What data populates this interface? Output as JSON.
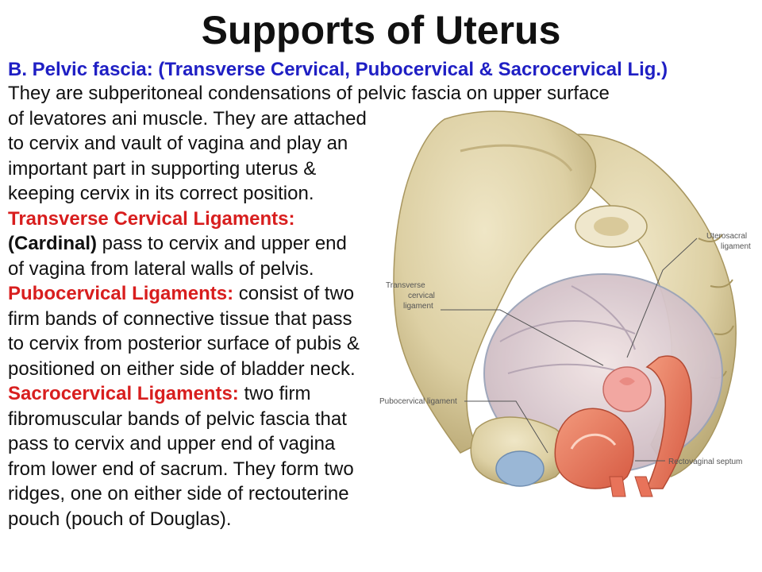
{
  "title": "Supports of Uterus",
  "heading": "B. Pelvic fascia: (Transverse Cervical, Pubocervical & Sacrocervical Lig.)",
  "intro_lines": [
    "They are subperitoneal condensations of pelvic fascia on upper surface",
    "of levatores ani muscle. They are attached",
    "to cervix and vault of vagina and play an",
    "important part in supporting uterus &",
    "keeping cervix in its correct position."
  ],
  "transverse": {
    "heading": "Transverse Cervical Ligaments:",
    "line1_bold": "(Cardinal)",
    "line1_rest": " pass to cervix and upper end",
    "line2": "of vagina from lateral walls of pelvis."
  },
  "pubocervical": {
    "heading": "Pubocervical Ligaments:",
    "line1_rest": " consist of two",
    "lines": [
      "firm bands of connective tissue that pass",
      "to cervix from posterior surface of pubis &",
      "positioned on either side of bladder neck."
    ]
  },
  "sacrocervical": {
    "heading": "Sacrocervical Ligaments:",
    "line1_rest": " two firm",
    "lines": [
      "fibromuscular bands of pelvic fascia that",
      "pass to cervix and upper end of vagina",
      "from lower end of sacrum. They form two",
      "ridges, one on either side of rectouterine",
      "pouch (pouch of Douglas)."
    ]
  },
  "figure_labels": {
    "uterosacral_1": "Uterosacral",
    "uterosacral_2": "ligament",
    "transverse_1": "Transverse",
    "transverse_2": "cervical",
    "transverse_3": "ligament",
    "pubocervical": "Pubocervical ligament",
    "rectovaginal": "Rectovaginal septum"
  },
  "colors": {
    "blue_heading": "#1f1fc4",
    "red_heading": "#d81e1e",
    "bone": "#e3d7b0",
    "muscle": "#e8735a"
  }
}
